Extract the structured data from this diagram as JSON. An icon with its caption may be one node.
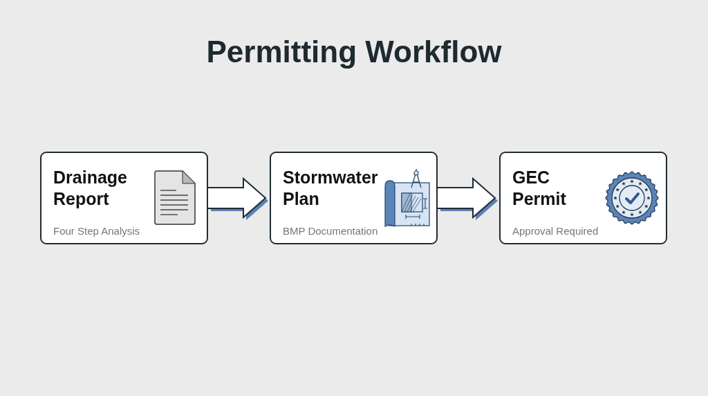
{
  "diagram": {
    "title": "Permitting Workflow",
    "nodes": [
      {
        "text": [
          "Drainage Report",
          "Four Step Analysis"
        ]
      },
      {
        "text": [
          "Stormwater Plan",
          "BMP Documentation"
        ]
      },
      {
        "text": [
          "GEC Permit",
          "Approval Required"
        ]
      }
    ],
    "edges": [
      {
        "from": 0,
        "to": 1,
        "arrow": "to"
      },
      {
        "from": 1,
        "to": 2,
        "arrow": "to"
      }
    ]
  }
}
